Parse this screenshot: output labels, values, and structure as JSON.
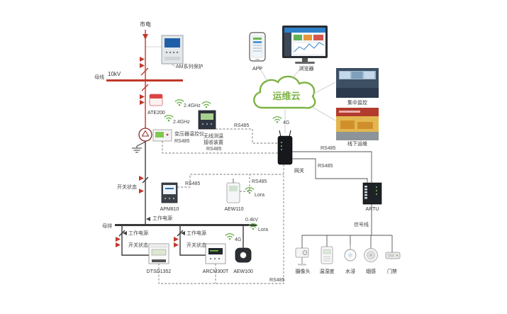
{
  "diagram": {
    "labels": {
      "utility": "市电",
      "hv": "10kV",
      "bus_hv": "母线",
      "relay": "AM系列保护",
      "ate200": "ATE200",
      "ghz": "2.4GHz",
      "wireless_rx_1": "无线测温",
      "wireless_rx_2": "接收装置",
      "rs485": "RS485",
      "temp_ctrl": "变压器温控仪",
      "app": "APP",
      "browser": "浏览器",
      "cloud": "运维云",
      "g4": "4G",
      "gateway": "网关",
      "central_monitor": "集中监控",
      "offline_ops": "线下运维",
      "switch_state": "开关状态",
      "apm810": "APM810",
      "aew110": "AEW110",
      "lora": "Lora",
      "work_power": "工作电源",
      "bus_lv": "母排",
      "lv": "0.4kV",
      "dtsd1352": "DTSD1352",
      "arcm300t": "ARCM300T",
      "aew100": "AEW100",
      "camera": "摄像头",
      "temp_humidity": "温湿度",
      "water": "水浸",
      "smoke": "烟感",
      "door": "门禁",
      "artu": "ARTU",
      "signal_line": "信号线"
    },
    "colors": {
      "hv_red": "#c0392b",
      "line_black": "#3a3a3a",
      "green": "#7cb342",
      "wifi_green": "#6ab04c"
    }
  }
}
